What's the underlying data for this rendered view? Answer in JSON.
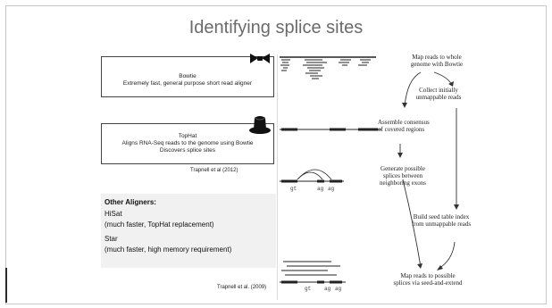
{
  "slide": {
    "title": "Identifying splice sites"
  },
  "bowtie_box": {
    "line1": "Bowtie",
    "line2": "Extremely fast, general purpose short read aligner"
  },
  "tophat_box": {
    "line1": "TopHat",
    "line2": "Aligns RNA-Seq reads to the genome using Bowtie",
    "line3": "Discovers splice sites"
  },
  "captions": {
    "top": "Trapnell et al (2012)",
    "bottom": "Trapnell et al. (2009)"
  },
  "other_aligners": {
    "heading": "Other Aligners:",
    "items": [
      {
        "name": "HiSat",
        "note": "(much faster, TopHat replacement)"
      },
      {
        "name": "Star",
        "note": "(much faster, high memory requirement)"
      }
    ]
  },
  "pipeline": {
    "steps": [
      "Map reads to whole genome with Bowtie",
      "Collect initially unmappable reads",
      "Assemble consensus of covered regions",
      "Generate possible splices between neighboring exons",
      "Build seed table index from unmappable reads",
      "Map reads to possible splices via seed-and-extend"
    ],
    "splice_labels": [
      "gt",
      "ag",
      "ag"
    ]
  }
}
